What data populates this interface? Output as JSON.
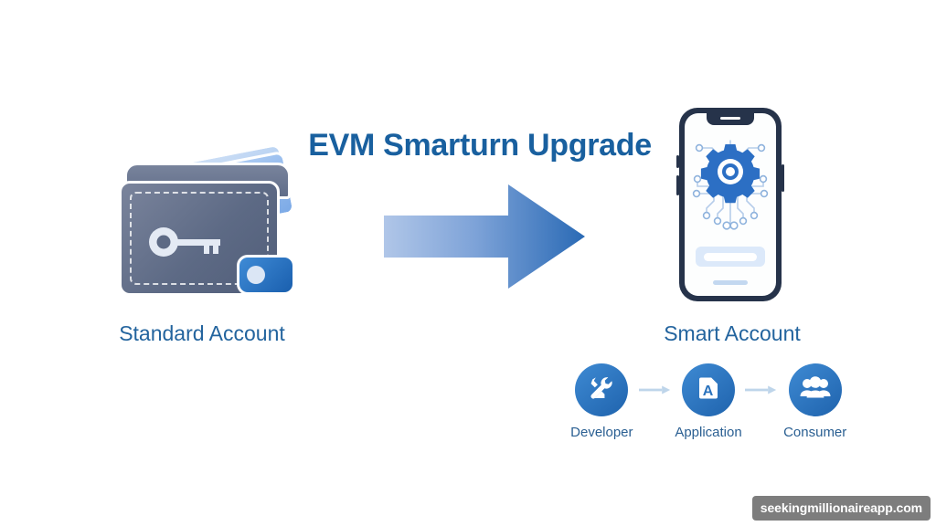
{
  "background_color": "#ffffff",
  "title": {
    "text": "EVM Smarturn Upgrade",
    "color": "#19609f"
  },
  "left_panel": {
    "caption": "Standard Account",
    "caption_color": "#23649e",
    "icon_name": "wallet-icon",
    "wallet": {
      "body_color": "#5d6a85",
      "stitch_color": "#ffffff",
      "key_color": "#e4eaf4",
      "clasp_color": "#1a5fae",
      "card_colors": [
        "#a9c8ef",
        "#7ba9e6"
      ]
    }
  },
  "arrow": {
    "icon_name": "right-arrow-icon",
    "gradient_from": "#a8c0e4",
    "gradient_to": "#2a6ab5"
  },
  "right_panel": {
    "caption": "Smart Account",
    "caption_color": "#23649e",
    "icon_name": "smartphone-icon",
    "phone": {
      "bezel_color": "#26334a",
      "screen_color": "#fdfefe",
      "gear_color": "#2c6fc4",
      "circuit_color": "#b6cdea",
      "bar_color": "#dce9fa",
      "home_indicator_color": "#c3d8f0"
    }
  },
  "flow": {
    "arrow_color": "#bed5ea",
    "nodes": [
      {
        "label": "Developer",
        "icon_name": "tools-icon",
        "circle_color": "#2b73bd"
      },
      {
        "label": "Application",
        "icon_name": "document-a-icon",
        "circle_color": "#2b73bd"
      },
      {
        "label": "Consumer",
        "icon_name": "people-group-icon",
        "circle_color": "#2b73bd"
      }
    ]
  },
  "watermark": {
    "text": "seekingmillionaireapp.com",
    "background_color": "#7d7d7d",
    "text_color": "#ffffff"
  }
}
